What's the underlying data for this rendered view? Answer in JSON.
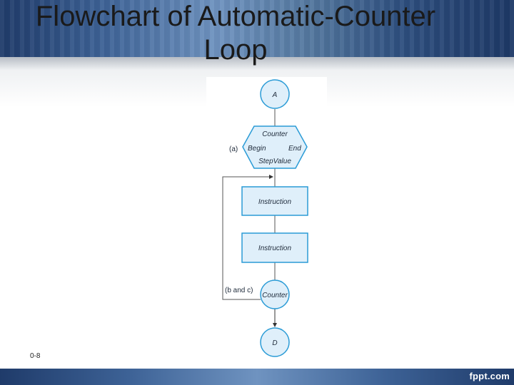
{
  "slide": {
    "title": "Flowchart of Automatic-Counter Loop",
    "slide_number": "0-8",
    "brand": "fppt.com"
  },
  "flowchart": {
    "start_connector": "A",
    "loop_setup": {
      "name": "Counter",
      "begin": "Begin",
      "end": "End",
      "step": "StepValue",
      "note": "(a)"
    },
    "steps": [
      "Instruction",
      "Instruction"
    ],
    "loop_end": {
      "name": "Counter",
      "note": "(b and c)"
    },
    "end_connector": "D"
  },
  "colors": {
    "shape_stroke": "#2a9bd6",
    "shape_fill": "#dfeffa",
    "text": "#1e2a3a",
    "band_dark": "#1f3b6a",
    "band_light": "#6f93c0"
  }
}
